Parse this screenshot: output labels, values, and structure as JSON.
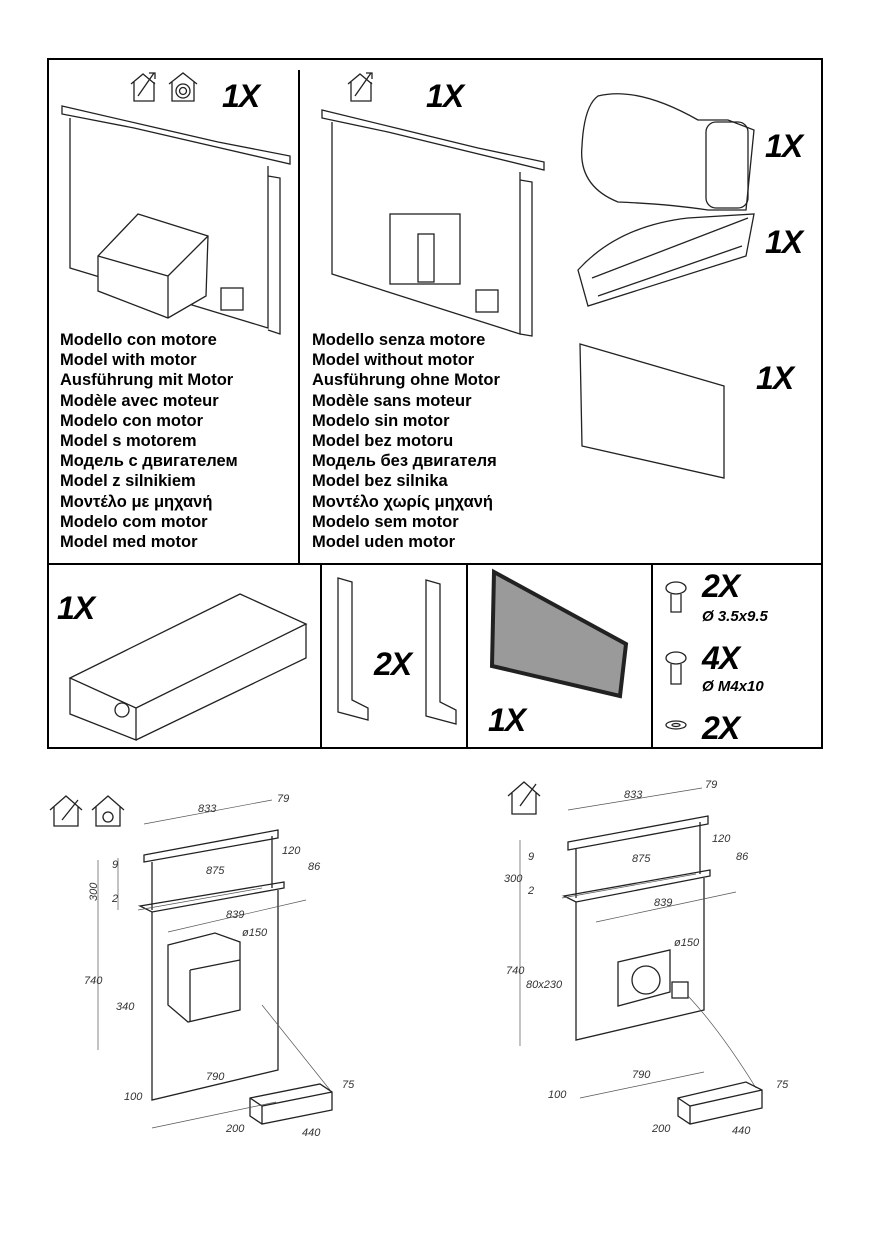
{
  "top_left": {
    "quantity": "1X",
    "icons": [
      "house-exhaust-icon",
      "house-recirculation-icon"
    ],
    "labels": [
      "Modello con motore",
      "Model with motor",
      "Ausführung mit Motor",
      "Modèle avec moteur",
      "Modelo con motor",
      "Model s motorem",
      "Модель с двигателем",
      "Model z silnikiem",
      "Μοντέλο με μηχανή",
      "Modelo com motor",
      "Model med motor"
    ]
  },
  "top_middle": {
    "quantity": "1X",
    "icons": [
      "house-exhaust-icon"
    ],
    "labels": [
      "Modello senza motore",
      "Model without motor",
      "Ausführung ohne Motor",
      "Modèle sans moteur",
      "Modelo sin motor",
      "Model bez motoru",
      "Модель без двигателя",
      "Model bez silnika",
      "Μοντέλο χωρίς μηχανή",
      "Modelo sem motor",
      "Model uden motor"
    ]
  },
  "top_right": {
    "duct_adapter_qty": "1X",
    "flat_duct_qty": "1X",
    "panel_qty": "1X"
  },
  "bottom_row": {
    "motor_unit_qty": "1X",
    "brackets_qty": "2X",
    "filter_qty": "1X",
    "screw1_qty": "2X",
    "screw1_spec": "Ø 3.5x9.5",
    "screw2_qty": "4X",
    "screw2_spec": "Ø M4x10",
    "washer_qty": "2X"
  },
  "drawing_left": {
    "dims": {
      "d833": "833",
      "d79": "79",
      "d120": "120",
      "d86": "86",
      "d9": "9",
      "d875": "875",
      "d300": "300",
      "d2": "2",
      "d839": "839",
      "d150": "ø150",
      "d740": "740",
      "d340": "340",
      "d790": "790",
      "d100": "100",
      "d75": "75",
      "d200": "200",
      "d440": "440"
    }
  },
  "drawing_right": {
    "dims": {
      "d833": "833",
      "d79": "79",
      "d120": "120",
      "d86": "86",
      "d9": "9",
      "d875": "875",
      "d300": "300",
      "d2": "2",
      "d839": "839",
      "d150": "ø150",
      "d740": "740",
      "d80x230": "80x230",
      "d790": "790",
      "d100": "100",
      "d75": "75",
      "d200": "200",
      "d440": "440"
    }
  }
}
